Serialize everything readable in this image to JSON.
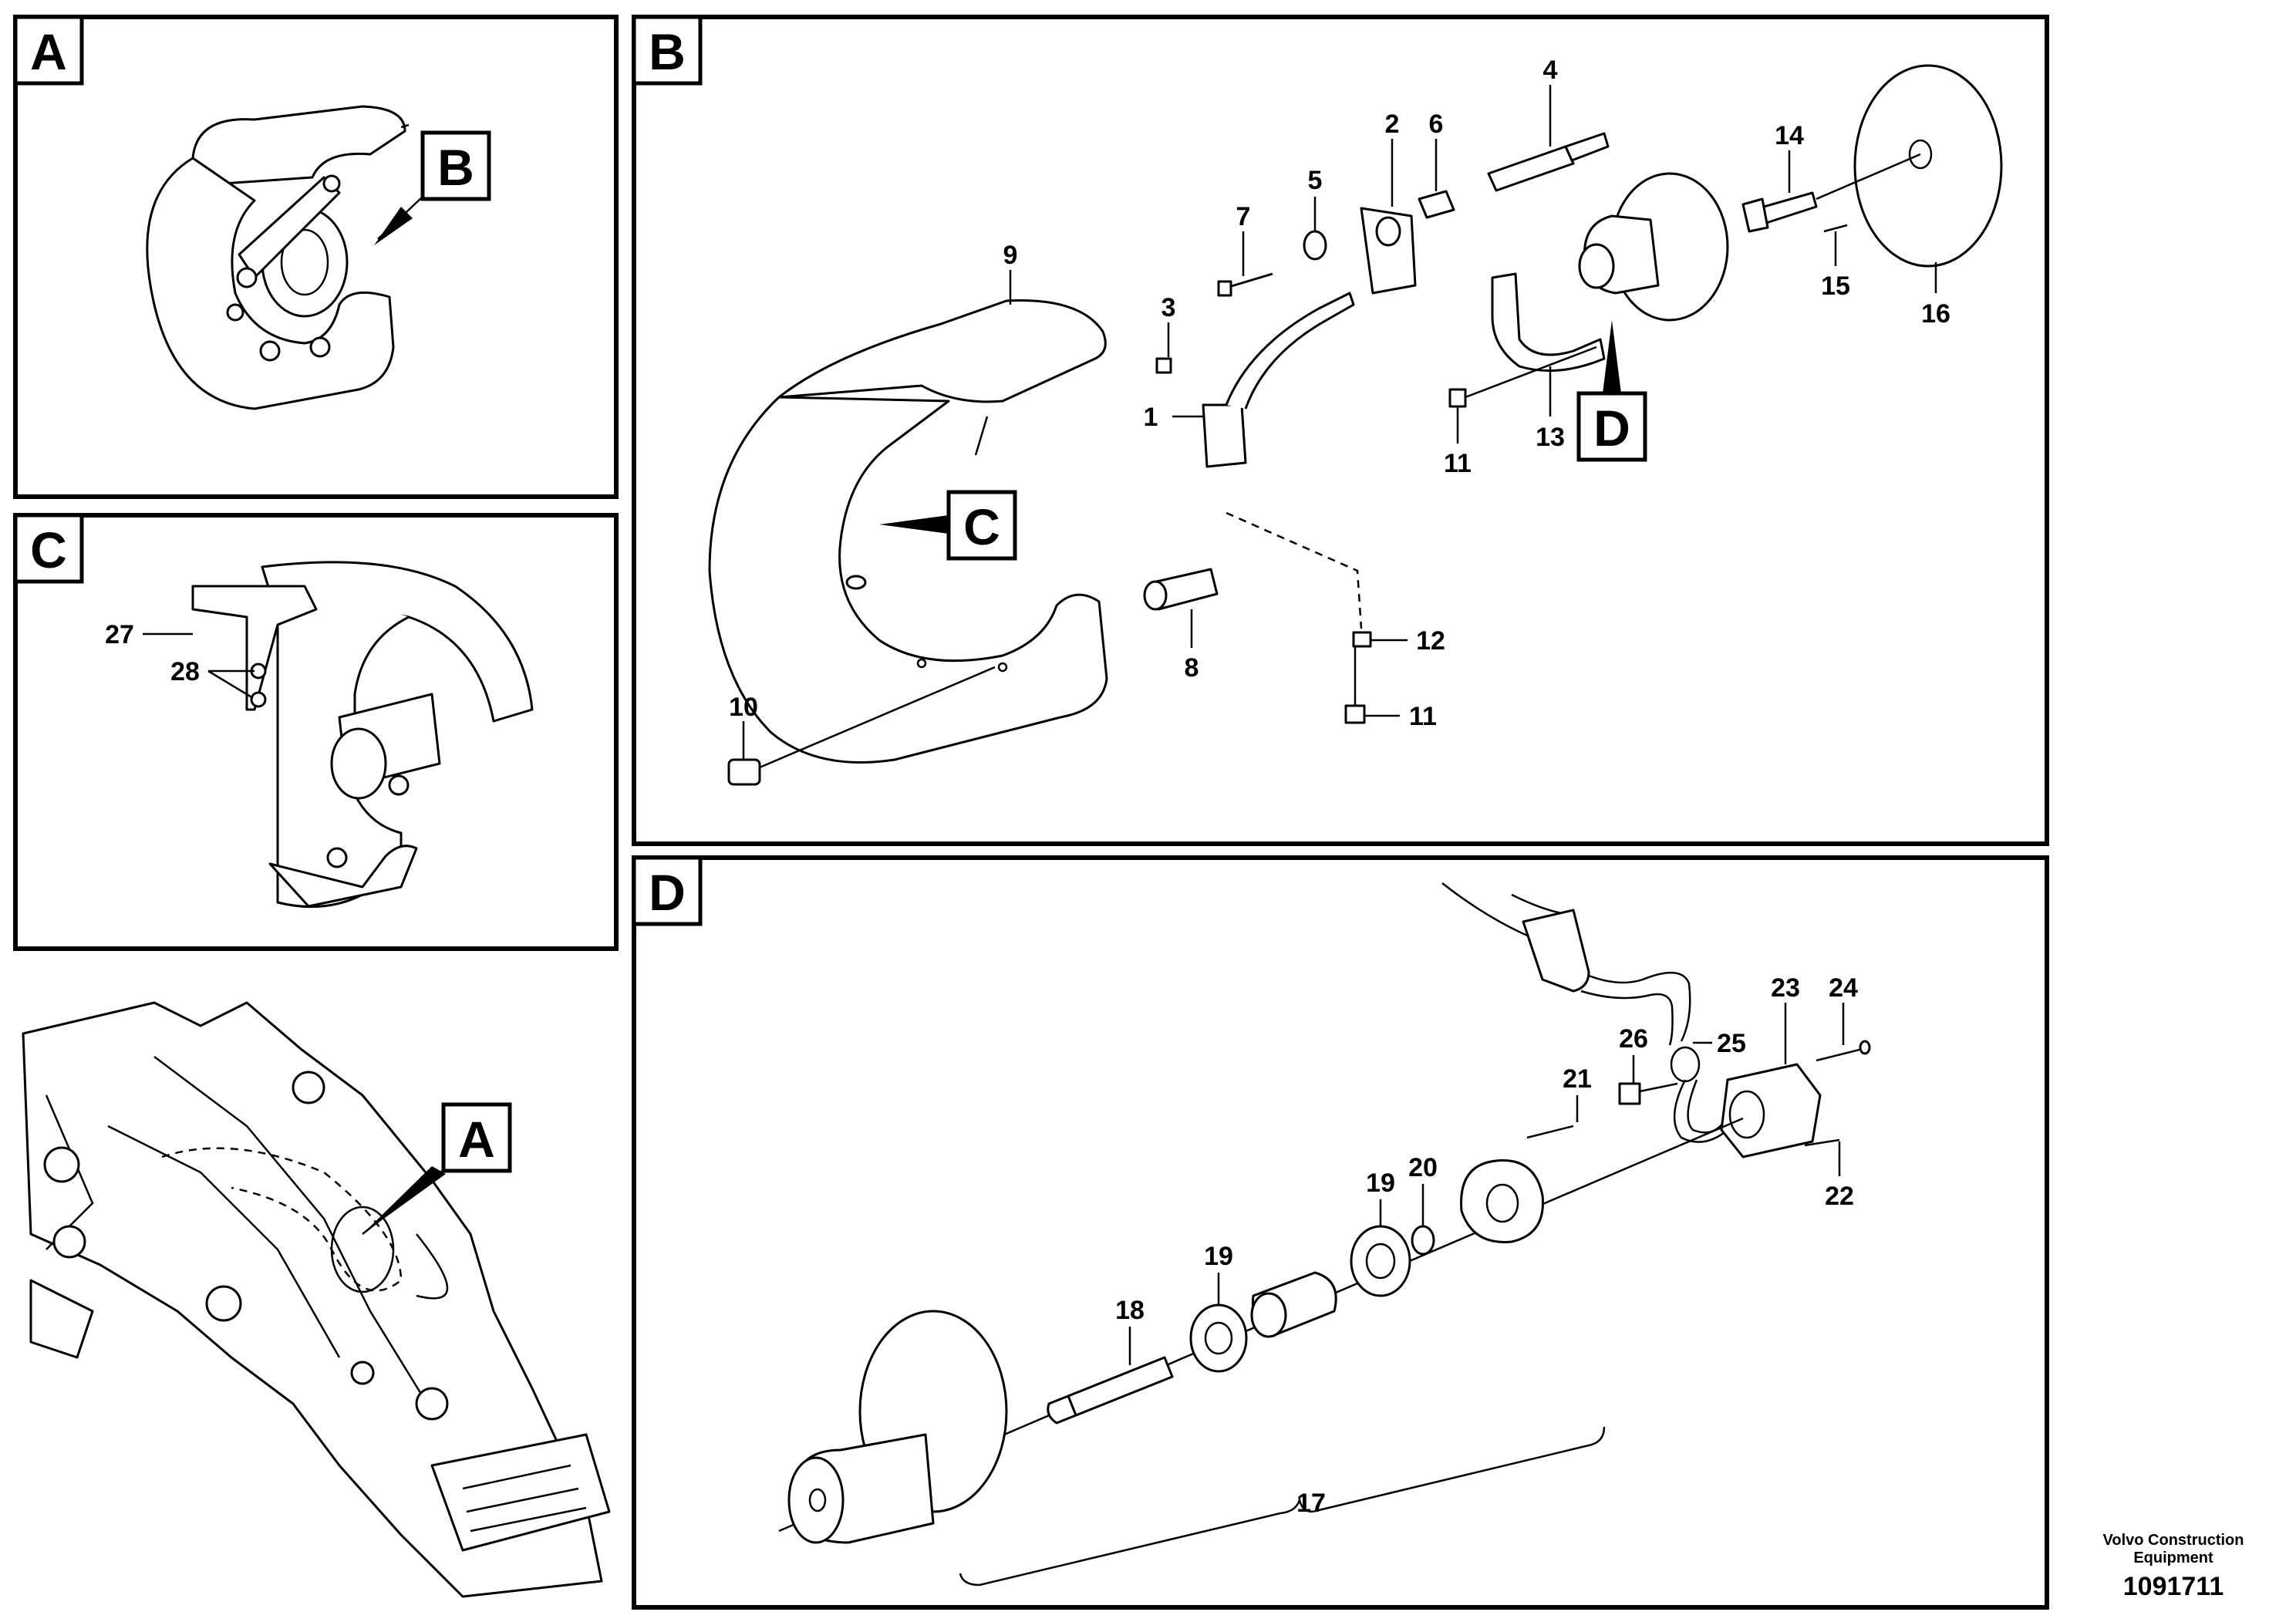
{
  "panels": {
    "A": {
      "label": "A",
      "callouts": {
        "B": "B"
      }
    },
    "B": {
      "label": "B",
      "callouts": {
        "C": "C",
        "D": "D"
      }
    },
    "C": {
      "label": "C"
    },
    "D": {
      "label": "D"
    },
    "overview": {
      "callouts": {
        "A": "A"
      }
    }
  },
  "part_numbers": {
    "p1": "1",
    "p2": "2",
    "p3": "3",
    "p4": "4",
    "p5": "5",
    "p6": "6",
    "p7": "7",
    "p8": "8",
    "p9": "9",
    "p10": "10",
    "p11a": "11",
    "p11b": "11",
    "p12": "12",
    "p13": "13",
    "p14": "14",
    "p15": "15",
    "p16": "16",
    "p17": "17",
    "p18": "18",
    "p19a": "19",
    "p19b": "19",
    "p20": "20",
    "p21": "21",
    "p22": "22",
    "p23": "23",
    "p24": "24",
    "p25": "25",
    "p26": "26",
    "p27": "27",
    "p28": "28"
  },
  "footer": {
    "brand_line1": "Volvo Construction",
    "brand_line2": "Equipment",
    "doc_number": "1091711"
  }
}
